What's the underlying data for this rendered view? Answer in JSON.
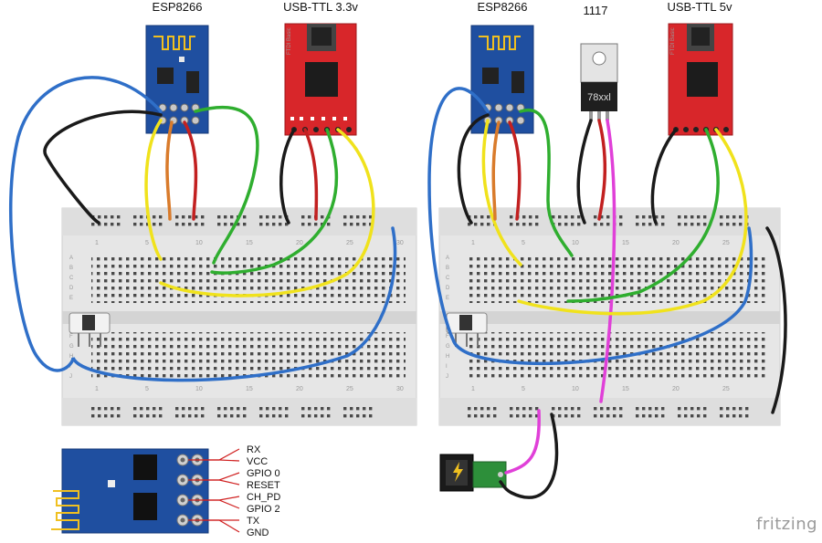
{
  "labels": {
    "left_esp": "ESP8266",
    "left_usb": "USB-TTL 3.3v",
    "right_esp": "ESP8266",
    "regulator_title": "1117",
    "regulator_marking": "78xxl",
    "right_usb": "USB-TTL 5v",
    "usb_board_text": "FTDI Basic",
    "watermark": "fritzing"
  },
  "pinout": [
    "RX",
    "VCC",
    "GPIO 0",
    "RESET",
    "CH_PD",
    "GPIO 2",
    "TX",
    "GND"
  ],
  "breadboard_columns": [
    "1",
    "5",
    "10",
    "15",
    "20",
    "25",
    "30"
  ],
  "breadboard_rows": [
    "A",
    "B",
    "C",
    "D",
    "E",
    "F",
    "G",
    "H",
    "I",
    "J"
  ],
  "colors": {
    "esp_blue": "#1f4fa0",
    "usb_red": "#d8262a",
    "wire_blue": "#2f6fc8",
    "wire_black": "#1a1a1a",
    "wire_yellow": "#f0e21c",
    "wire_orange": "#d97b2b",
    "wire_red": "#c22020",
    "wire_green": "#2fae2f",
    "wire_magenta": "#e040d8",
    "breadboard": "#e6e6e6"
  }
}
